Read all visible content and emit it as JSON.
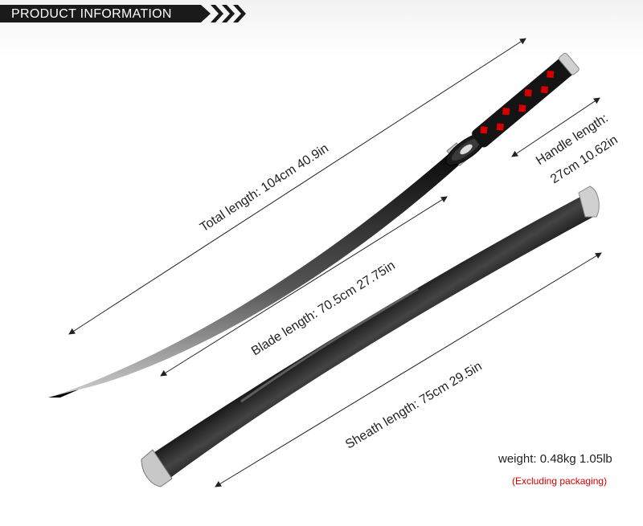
{
  "header": {
    "title": "PRODUCT INFORMATION"
  },
  "labels": {
    "total_length": "Total length: 104cm 40.9in",
    "blade_length": "Blade length: 70.5cm 27.75in",
    "handle_length_line1": "Handle length:",
    "handle_length_line2": "27cm 10.62in",
    "sheath_length": "Sheath length: 75cm 29.5in"
  },
  "specs": {
    "weight": "weight: 0.48kg 1.05lb",
    "note": "(Excluding packaging)"
  },
  "colors": {
    "accent": "#d40000",
    "dark": "#1a1a1a"
  }
}
